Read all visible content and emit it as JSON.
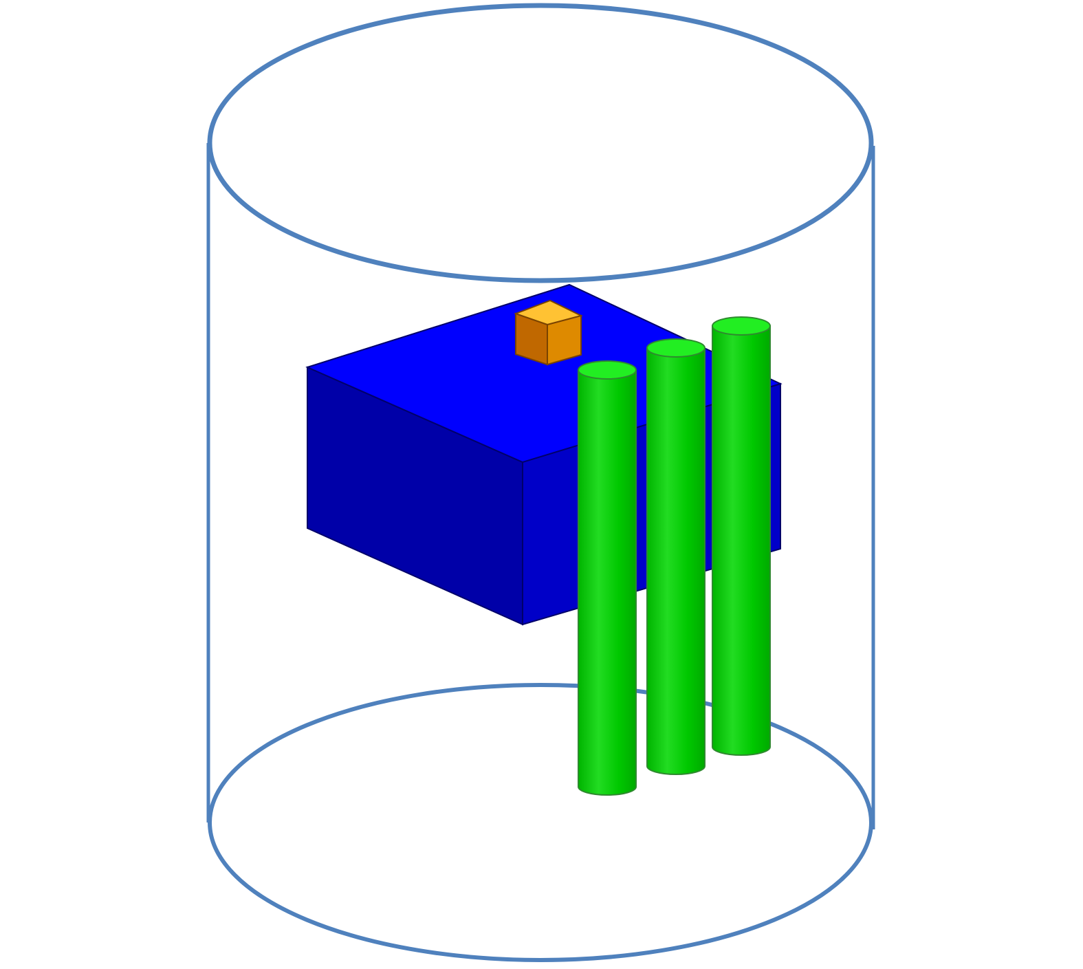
{
  "diagram": {
    "kind": "3d-schematic",
    "colors": {
      "background": "#ffffff",
      "enclosure_outline": "#4f81bd",
      "box_top": "#0000fe",
      "box_front": "#0000a8",
      "box_side": "#0000c8",
      "box_edge": "#00006a",
      "cube_top": "#ffc233",
      "cube_front": "#cc7000",
      "cube_side": "#df8a00",
      "cube_edge": "#7a4300",
      "rod_body": "#00c800",
      "rod_highlight": "#33e033",
      "rod_top": "#22ee22",
      "rod_edge": "#2f8a2f"
    },
    "components": [
      {
        "id": "enclosure",
        "icon": "cylinder-outline-icon"
      },
      {
        "id": "box",
        "icon": "cuboid-icon"
      },
      {
        "id": "cube",
        "icon": "cube-icon"
      },
      {
        "id": "rods",
        "icon": "cylinder-icon",
        "count": 3
      }
    ]
  }
}
